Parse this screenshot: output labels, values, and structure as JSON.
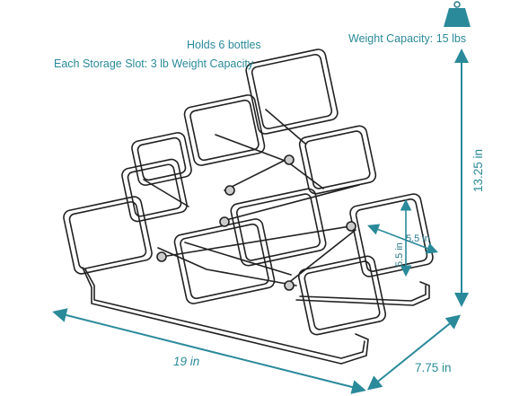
{
  "info": {
    "holds_text": "Holds 6 bottles",
    "slot_capacity_text": "Each Storage Slot: 3 lb Weight Capacity",
    "weight_capacity_text": "Weight Capacity: 15 lbs"
  },
  "dimensions": {
    "width_text": "19 in",
    "depth_text": "7.75 in",
    "height_text": "13.25 in",
    "slot_width_text": "5.5 in",
    "slot_height_text": "5.5 in"
  },
  "colors": {
    "accent": "#2a8a9a",
    "rack_line": "#222222"
  },
  "icons": {
    "weight": "weight-icon"
  }
}
